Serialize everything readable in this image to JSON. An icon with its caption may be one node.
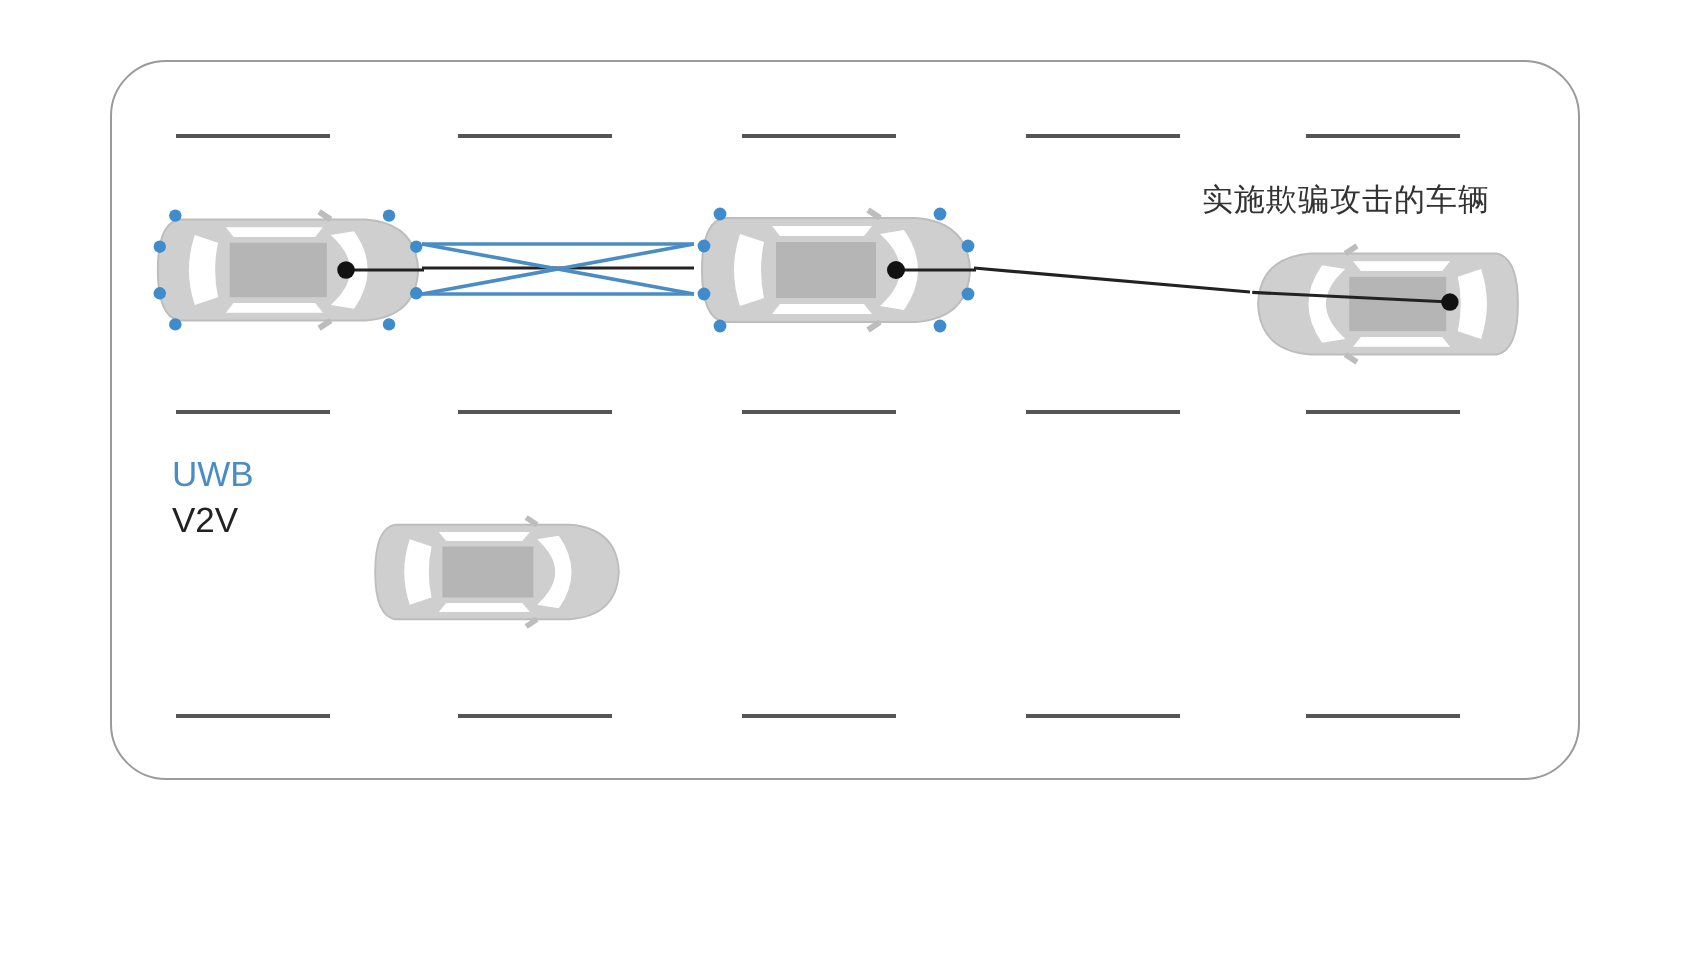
{
  "diagram": {
    "nodes": [
      {
        "text": [],
        "shape": "box"
      },
      {
        "text": [],
        "shape": "picture",
        "in": 0
      },
      {
        "text": [],
        "shape": "picture",
        "in": 0
      },
      {
        "text": [],
        "shape": "picture",
        "in": 0,
        "beside": [
          "实施欺骗攻击的车辆"
        ]
      },
      {
        "text": [],
        "shape": "picture",
        "in": 0
      }
    ],
    "edges": [
      {
        "from": 1,
        "to": 2,
        "arrow": "none",
        "color": "#222222"
      },
      {
        "from": 2,
        "to": 3,
        "arrow": "none",
        "color": "#222222"
      },
      {
        "from": 1,
        "to": 2,
        "arrow": "none"
      },
      {
        "from": 1,
        "to": 2,
        "arrow": "none"
      },
      {
        "from": 1,
        "to": 2,
        "arrow": "none"
      },
      {
        "from": 1,
        "to": 2,
        "arrow": "none"
      }
    ],
    "legend": [
      {
        "text": "UWB",
        "color": "#4a8cc4"
      },
      {
        "text": "V2V",
        "color": "#222222"
      }
    ]
  }
}
